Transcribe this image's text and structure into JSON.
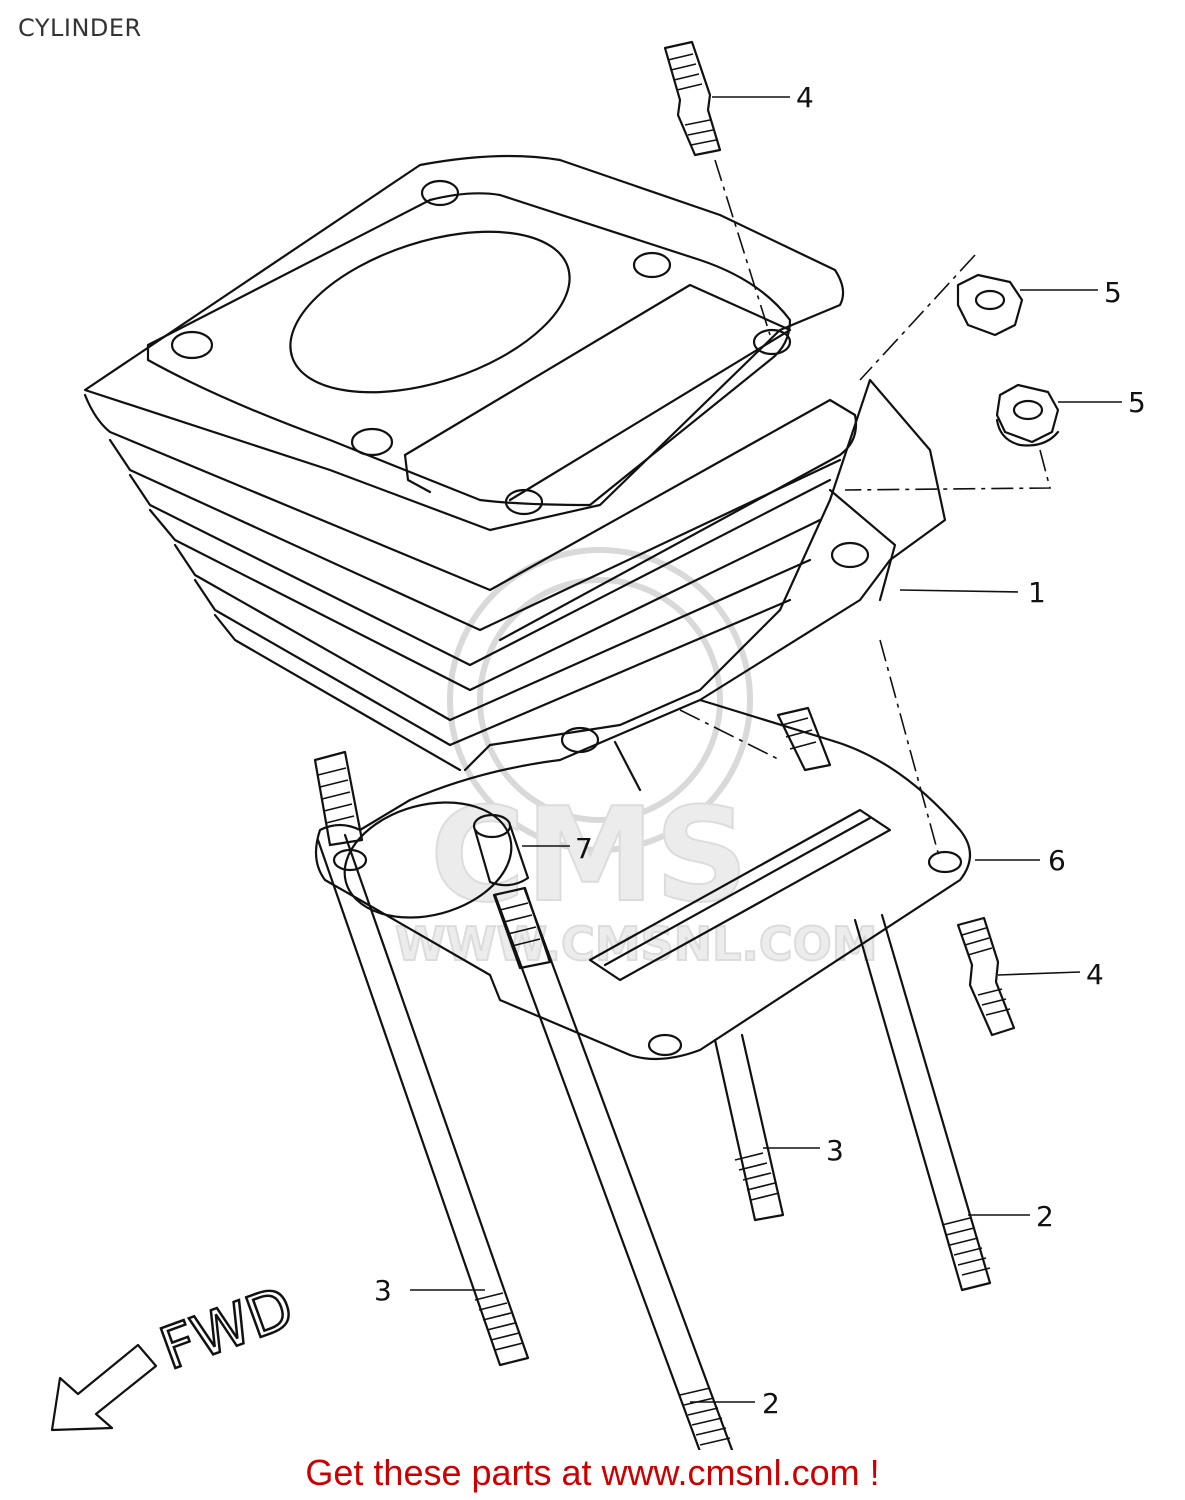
{
  "title": "CYLINDER",
  "footer": "Get these parts at www.cmsnl.com !",
  "colors": {
    "footer_text": "#cc0000",
    "line_art": "#111111",
    "watermark": "#d9d9d9"
  },
  "watermark": {
    "logo_text": "CMS",
    "url_text": "WWW.CMSNL.COM"
  },
  "direction_label": "FWD",
  "callouts": [
    {
      "id": "c1",
      "label": "1"
    },
    {
      "id": "c2a",
      "label": "2"
    },
    {
      "id": "c2b",
      "label": "2"
    },
    {
      "id": "c3a",
      "label": "3"
    },
    {
      "id": "c3b",
      "label": "3"
    },
    {
      "id": "c4a",
      "label": "4"
    },
    {
      "id": "c4b",
      "label": "4"
    },
    {
      "id": "c5a",
      "label": "5"
    },
    {
      "id": "c5b",
      "label": "5"
    },
    {
      "id": "c6",
      "label": "6"
    },
    {
      "id": "c7",
      "label": "7"
    }
  ]
}
